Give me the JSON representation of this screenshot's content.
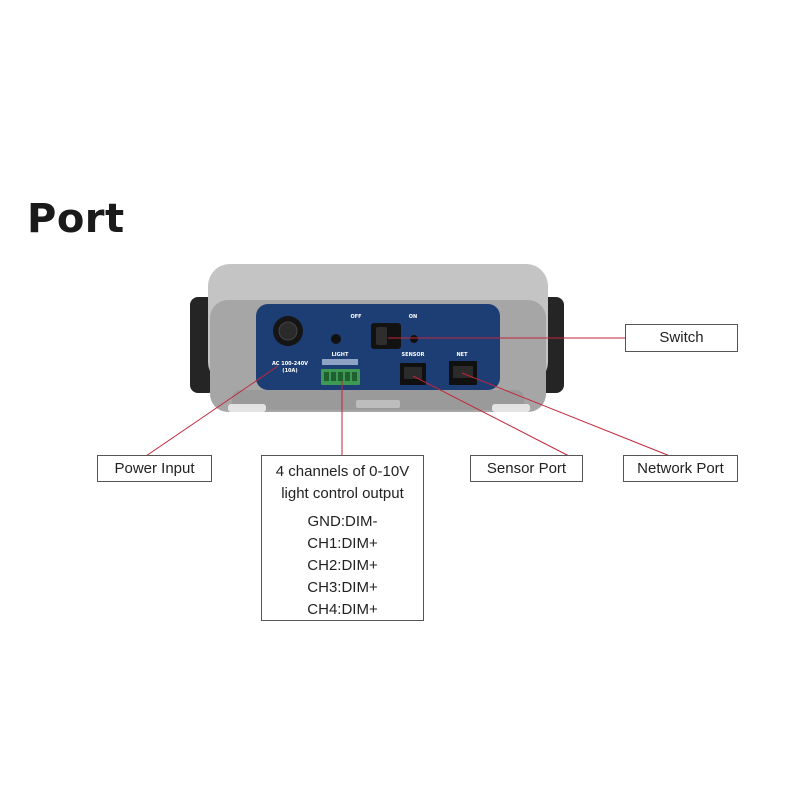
{
  "title": "Port",
  "device": {
    "panel_labels": {
      "off": "OFF",
      "on": "ON",
      "power_rating": [
        "AC 100-240V",
        "(10A)"
      ],
      "light": "LIGHT",
      "sensor": "SENSOR",
      "net": "NET"
    },
    "colors": {
      "panel": "#1d3e74",
      "housing": "#a9a9a9",
      "housing_light": "#c8c8c8",
      "side_grip": "#252525",
      "terminal": "#3c9a52",
      "leader_line": "#c2263a"
    }
  },
  "callouts": {
    "power": "Power Input",
    "switch": "Switch",
    "sensor": "Sensor Port",
    "network": "Network Port",
    "channels": {
      "lines": [
        "4 channels of 0-10V",
        "light control output"
      ],
      "pins": [
        "GND:DIM-",
        "CH1:DIM+",
        "CH2:DIM+",
        "CH3:DIM+",
        "CH4:DIM+"
      ]
    }
  }
}
